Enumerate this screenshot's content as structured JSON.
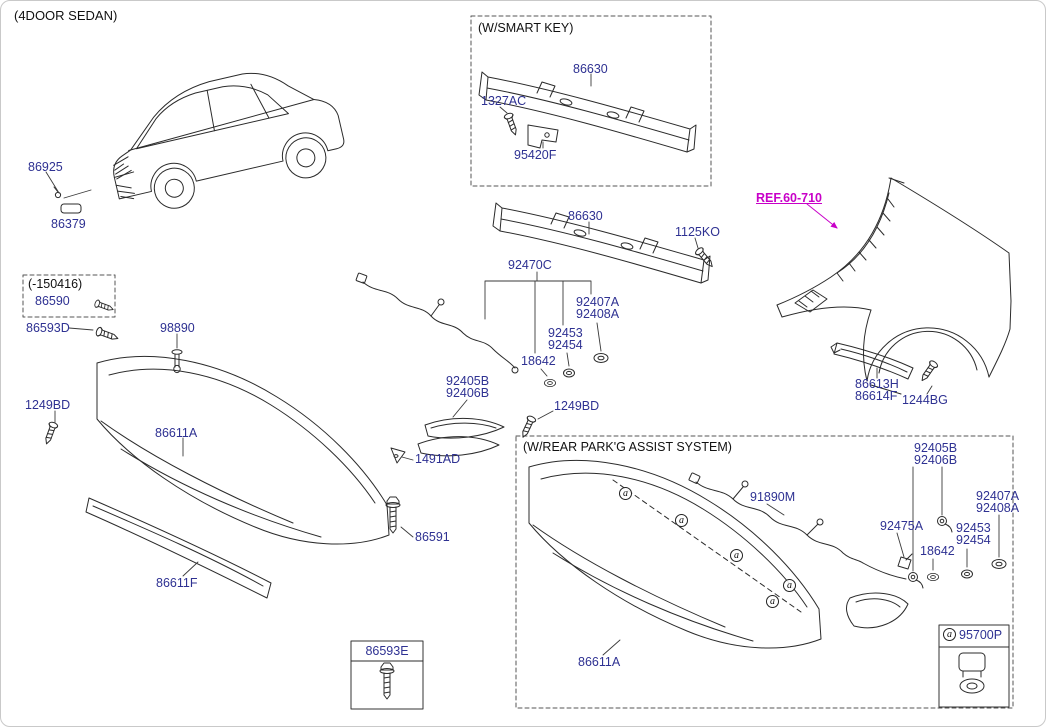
{
  "page": {
    "variant_title": "(4DOOR SEDAN)"
  },
  "colors": {
    "part_label": "#2e3192",
    "reference_link": "#c800c8",
    "line_art": "#2b2b2b",
    "background": "#ffffff"
  },
  "reference": {
    "label": "REF.60-710"
  },
  "callout": {
    "marker": "a"
  },
  "groups": {
    "smart_key": {
      "title": "(W/SMART KEY)"
    },
    "park_assist": {
      "title": "(W/REAR PARK'G ASSIST SYSTEM)"
    },
    "pre_150416": {
      "title": "(-150416)"
    },
    "bolt_detail": {
      "part": "86593E"
    },
    "sensor_detail": {
      "part": "95700P"
    }
  },
  "parts": {
    "car_area": {
      "p86925": "86925",
      "p86379": "86379"
    },
    "left": {
      "p86590": "86590",
      "p86593d": "86593D",
      "p98890": "98890",
      "p1249bd": "1249BD",
      "p86611a": "86611A",
      "p1491ad": "1491AD",
      "p86591": "86591",
      "p86611f": "86611F"
    },
    "smart_key": {
      "p86630": "86630",
      "p1327ac": "1327AC",
      "p95420f": "95420F"
    },
    "center": {
      "p86630": "86630",
      "p1125ko": "1125KO",
      "p92470c": "92470C",
      "p92407a": "92407A",
      "p92408a": "92408A",
      "p92453": "92453",
      "p92454": "92454",
      "p18642": "18642",
      "p92405b": "92405B",
      "p92406b": "92406B",
      "p1249bd": "1249BD"
    },
    "quarter_panel": {
      "p86613h": "86613H",
      "p86614f": "86614F",
      "p1244bg": "1244BG"
    },
    "park_assist": {
      "p92405b": "92405B",
      "p92406b": "92406B",
      "p92407a": "92407A",
      "p92408a": "92408A",
      "p92475a": "92475A",
      "p92453": "92453",
      "p92454": "92454",
      "p18642": "18642",
      "p91890m": "91890M",
      "p86611a": "86611A",
      "p95700p": "95700P"
    }
  }
}
